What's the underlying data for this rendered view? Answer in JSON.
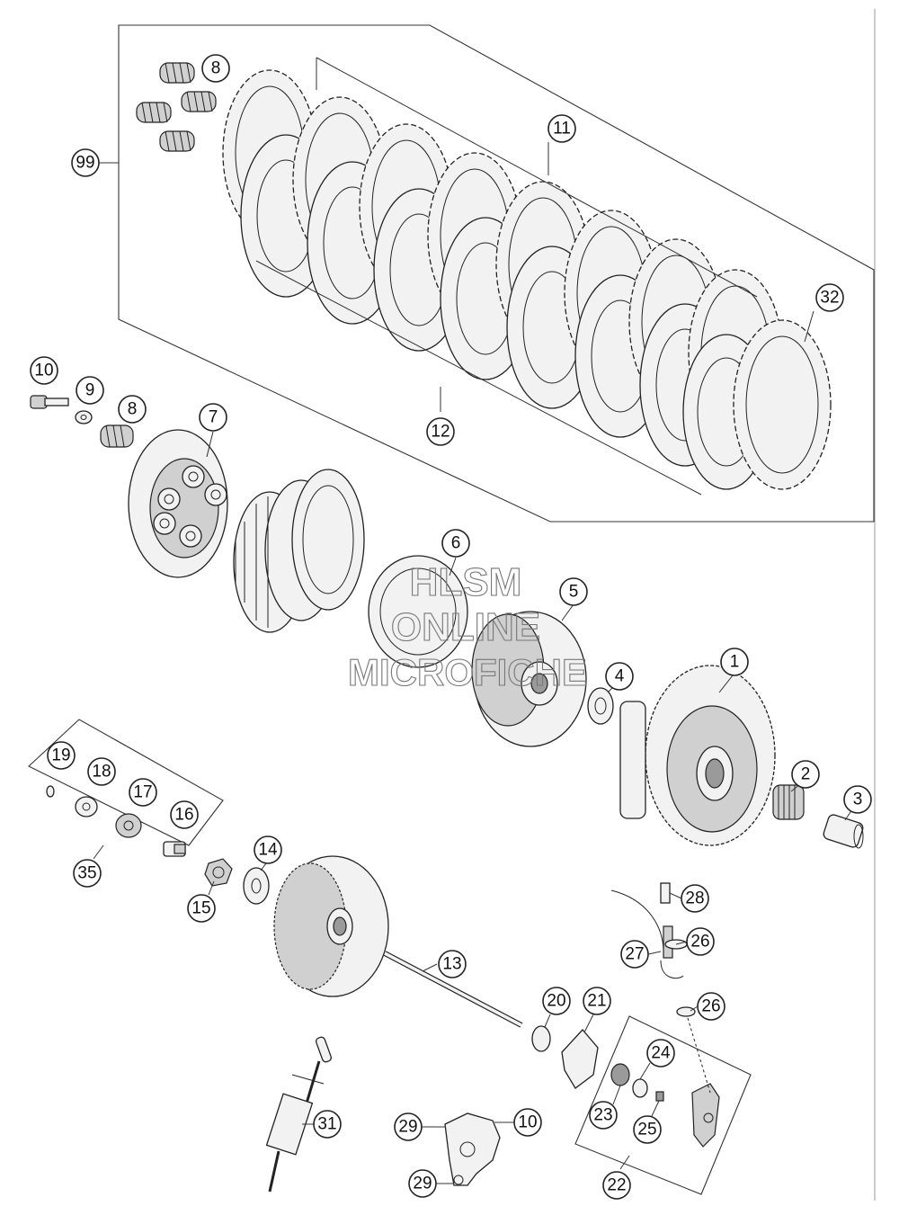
{
  "callouts": {
    "c1": "1",
    "c2": "2",
    "c3": "3",
    "c4": "4",
    "c5": "5",
    "c6": "6",
    "c7": "7",
    "c8a": "8",
    "c8b": "8",
    "c9": "9",
    "c10a": "10",
    "c10b": "10",
    "c11": "11",
    "c12": "12",
    "c13": "13",
    "c14": "14",
    "c15": "15",
    "c16": "16",
    "c17": "17",
    "c18": "18",
    "c19": "19",
    "c20": "20",
    "c21": "21",
    "c22": "22",
    "c23": "23",
    "c24": "24",
    "c25": "25",
    "c26a": "26",
    "c26b": "26",
    "c27": "27",
    "c28": "28",
    "c29a": "29",
    "c29b": "29",
    "c31": "31",
    "c32": "32",
    "c35": "35",
    "c99": "99"
  },
  "watermark": {
    "line1": "HLSM",
    "line2": "ONLINE",
    "line3": "MICROFICHE"
  }
}
